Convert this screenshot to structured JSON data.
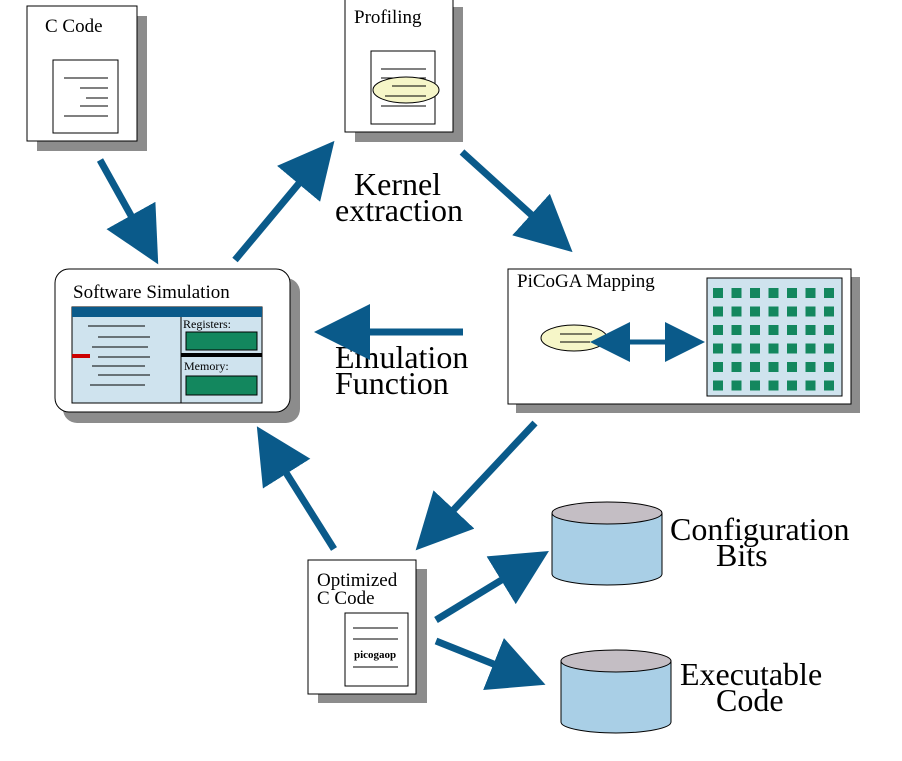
{
  "nodes": {
    "c_code": {
      "label": "C Code"
    },
    "profiling": {
      "label": "Profiling"
    },
    "software_simulation": {
      "label": "Software Simulation",
      "registers_label": "Registers:",
      "memory_label": "Memory:"
    },
    "picoga_mapping": {
      "label": "PiCoGA Mapping"
    },
    "optimized_c_code": {
      "label_line1": "Optimized",
      "label_line2": "C Code",
      "inner_label": "picogaop"
    },
    "configuration_bits": {
      "label_line1": "Configuration",
      "label_line2": "Bits"
    },
    "executable_code": {
      "label_line1": "Executable",
      "label_line2": "Code"
    }
  },
  "edge_labels": {
    "kernel_extraction": {
      "line1": "Kernel",
      "line2": "extraction"
    },
    "emulation_function": {
      "line1": "Emulation",
      "line2": "Function"
    }
  },
  "colors": {
    "arrow": "#0a5a8a",
    "shadow": "#8c8c8c",
    "panel_light_blue": "#cfe3ee",
    "register_green": "#13875e",
    "ellipse_yellow": "#f6f6c8",
    "cylinder_top": "#c4bec4",
    "cylinder_body": "#a9cfe6",
    "marker_red": "#cc0000"
  }
}
